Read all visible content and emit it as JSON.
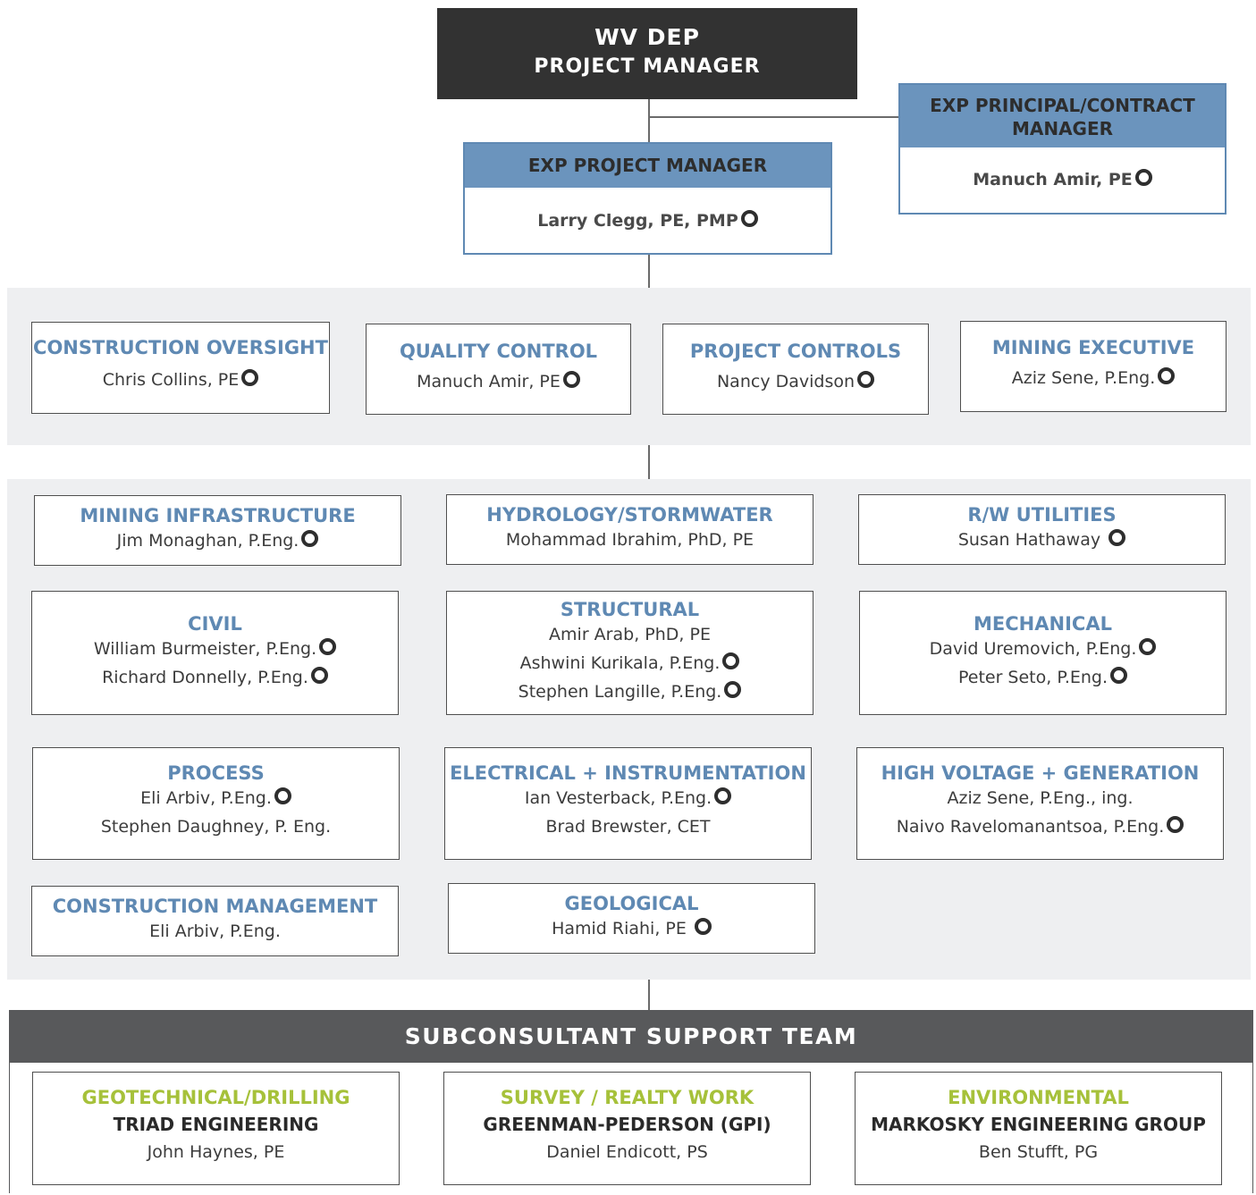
{
  "client": {
    "line1": "WV DEP",
    "line2": "PROJECT MANAGER"
  },
  "exp_pm": {
    "title": "EXP PROJECT MANAGER",
    "name": "Larry Clegg, PE, PMP"
  },
  "exp_principal": {
    "title_line1": "EXP PRINCIPAL/CONTRACT",
    "title_line2": "MANAGER",
    "name": "Manuch Amir, PE"
  },
  "oversight": [
    {
      "title": "CONSTRUCTION OVERSIGHT",
      "people": [
        "Chris Collins, PE"
      ]
    },
    {
      "title": "QUALITY CONTROL",
      "people": [
        "Manuch Amir, PE"
      ]
    },
    {
      "title": "PROJECT CONTROLS",
      "people": [
        "Nancy Davidson"
      ]
    },
    {
      "title": "MINING EXECUTIVE",
      "people": [
        "Aziz Sene, P.Eng."
      ]
    }
  ],
  "disciplines": [
    {
      "title": "MINING INFRASTRUCTURE",
      "people": [
        "Jim Monaghan, P.Eng."
      ]
    },
    {
      "title": "HYDROLOGY/STORMWATER",
      "people": [
        "Mohammad Ibrahim, PhD, PE"
      ]
    },
    {
      "title": "R/W UTILITIES",
      "people": [
        "Susan Hathaway"
      ]
    },
    {
      "title": "CIVIL",
      "people": [
        "William Burmeister, P.Eng.",
        "Richard Donnelly, P.Eng."
      ]
    },
    {
      "title": "STRUCTURAL",
      "people": [
        "Amir Arab, PhD, PE",
        "Ashwini Kurikala, P.Eng.",
        "Stephen Langille, P.Eng."
      ]
    },
    {
      "title": "MECHANICAL",
      "people": [
        "David Uremovich, P.Eng.",
        "Peter Seto, P.Eng."
      ]
    },
    {
      "title": "PROCESS",
      "people": [
        "Eli Arbiv, P.Eng.",
        "Stephen Daughney, P. Eng."
      ]
    },
    {
      "title": "ELECTRICAL + INSTRUMENTATION",
      "people": [
        "Ian Vesterback, P.Eng.",
        "Brad Brewster, CET"
      ]
    },
    {
      "title": "HIGH VOLTAGE + GENERATION",
      "people": [
        "Aziz Sene, P.Eng., ing.",
        "Naivo Ravelomanantsoa, P.Eng."
      ]
    },
    {
      "title": "CONSTRUCTION MANAGEMENT",
      "people": [
        "Eli Arbiv, P.Eng."
      ]
    },
    {
      "title": "GEOLOGICAL",
      "people": [
        "Hamid Riahi, PE"
      ]
    }
  ],
  "subconsultants": {
    "title": "SUBCONSULTANT SUPPORT TEAM",
    "teams": [
      {
        "role": "GEOTECHNICAL/DRILLING",
        "firm": "TRIAD ENGINEERING",
        "contact": "John Haynes, PE"
      },
      {
        "role": "SURVEY / REALTY WORK",
        "firm": "GREENMAN-PEDERSON (GPI)",
        "contact": "Daniel Endicott, PS"
      },
      {
        "role": "ENVIRONMENTAL",
        "firm": "MARKOSKY ENGINEERING GROUP",
        "contact": "Ben Stufft, PG"
      }
    ]
  },
  "colors": {
    "heading_blue": "#5f89b3",
    "subconsultant_green": "#a6c13a",
    "dark": "#323232",
    "band": "#eeeff1"
  },
  "marker_icon": "ring-badge-icon"
}
